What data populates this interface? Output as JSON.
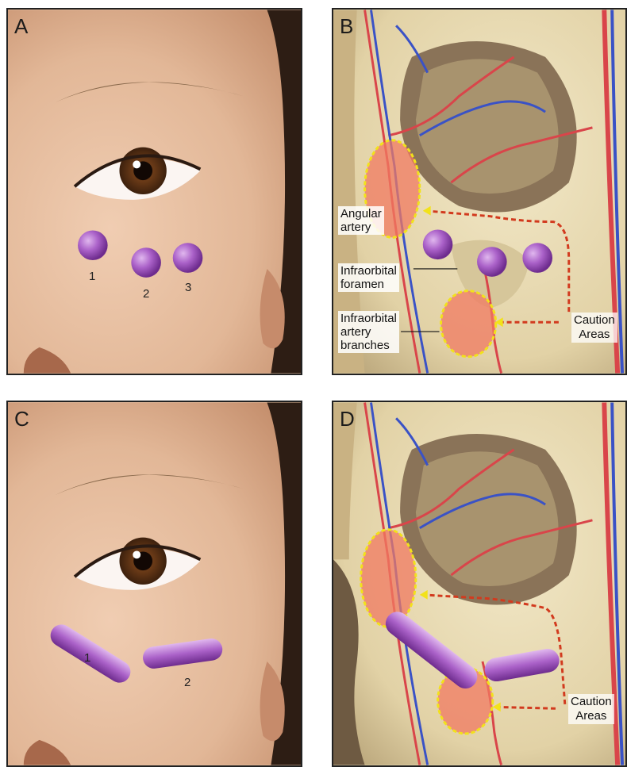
{
  "panels": {
    "a": {
      "letter": "A",
      "markers": [
        "1",
        "2",
        "3"
      ]
    },
    "b": {
      "letter": "B",
      "labels": {
        "angular_artery": [
          "Angular",
          "artery"
        ],
        "infraorbital_foramen": [
          "Infraorbital",
          "foramen"
        ],
        "infraorbital_branches": [
          "Infraorbital",
          "artery",
          "branches"
        ]
      },
      "caution": [
        "Caution",
        "Areas"
      ]
    },
    "c": {
      "letter": "C",
      "markers": [
        "1",
        "2"
      ]
    },
    "d": {
      "letter": "D",
      "caution": [
        "Caution",
        "Areas"
      ]
    }
  },
  "colors": {
    "filler_purple": "#a65bc6",
    "caution_zone": "#f07a62",
    "caution_outline": "#f2e21a",
    "caution_arrow": "#d23a1e",
    "skin": "#e8c2a4",
    "bone": "#e9ddb7",
    "artery": "#d9454a",
    "vein": "#3a52c6"
  },
  "icons": [
    "filler-injection-dot",
    "filler-injection-bar",
    "caution-area-ellipse",
    "caution-arrow"
  ]
}
